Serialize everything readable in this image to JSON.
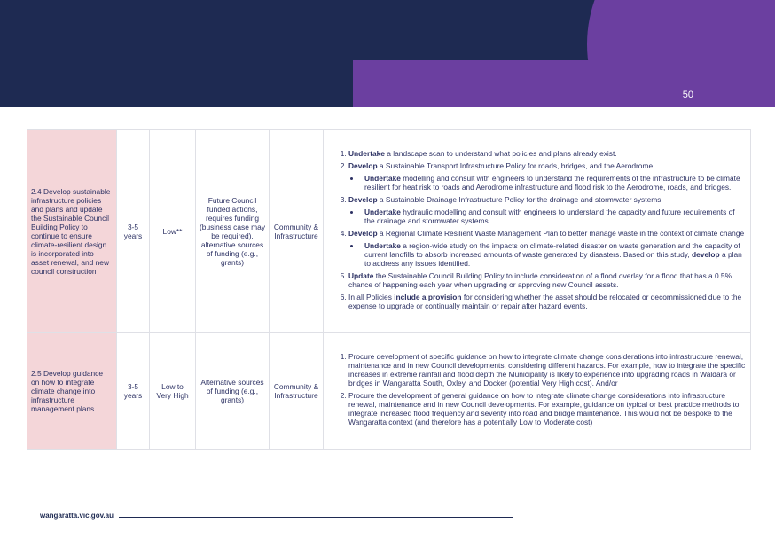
{
  "page": {
    "number": "50"
  },
  "footer": {
    "url": "wangaratta.vic.gov.au"
  },
  "rows": [
    {
      "action": "2.4 Develop sustainable infrastructure policies and plans and update the Sustainable Council Building Policy to continue to ensure climate-resilient design is incorporated into asset renewal, and new council construction",
      "timeframe": "3-5 years",
      "cost": "Low**",
      "funding": "Future Council funded actions, requires funding (business case may be required), alternative sources of funding (e.g., grants)",
      "responsibility": "Community & Infrastructure",
      "steps": [
        {
          "verb": "Undertake",
          "text": " a landscape scan to understand what policies and plans already exist."
        },
        {
          "verb": "Develop",
          "text": " a Sustainable Transport Infrastructure Policy for roads, bridges, and the Aerodrome.",
          "sub": [
            {
              "verb": "Undertake",
              "text": " modelling and consult with engineers to understand the requirements of the infrastructure to be climate resilient for heat risk to roads and Aerodrome infrastructure and flood risk to the Aerodrome, roads, and bridges."
            }
          ]
        },
        {
          "verb": "Develop",
          "text": " a Sustainable Drainage Infrastructure Policy for the drainage and stormwater systems",
          "sub": [
            {
              "verb": "Undertake",
              "text": " hydraulic modelling and consult with engineers to understand the capacity and future requirements of the drainage and stormwater systems."
            }
          ]
        },
        {
          "verb": "Develop",
          "text": " a Regional Climate Resilient Waste Management Plan to better manage waste in the context of climate change",
          "sub": [
            {
              "verb": "Undertake",
              "text": " a region-wide study on the impacts on climate-related disaster on waste generation and the capacity of current landfills to absorb increased amounts of waste generated by disasters. Based on this study, ",
              "verb2": "develop",
              "text2": " a plan to address any issues identified."
            }
          ]
        },
        {
          "verb": "Update",
          "text": " the Sustainable Council Building Policy to include consideration of a flood overlay for a flood that has a 0.5% chance of happening each year when upgrading or approving new Council assets."
        },
        {
          "lead": "In all Policies ",
          "verb": "include a provision",
          "text": " for considering whether the asset should be relocated or decommissioned due to the expense to upgrade or continually maintain or repair after hazard events."
        }
      ]
    },
    {
      "action": "2.5 Develop guidance on how to integrate climate change into infrastructure management plans",
      "timeframe": "3-5 years",
      "cost": "Low to Very High",
      "funding": "Alternative sources of funding (e.g., grants)",
      "responsibility": "Community & Infrastructure",
      "steps": [
        {
          "text": "Procure development of specific guidance on how to integrate climate change considerations into infrastructure renewal, maintenance and in new Council developments, considering different hazards. For example, how to integrate the specific increases in extreme rainfall and flood depth the Municipality is likely to experience into upgrading roads in Waldara or bridges in Wangaratta South, Oxley, and Docker (potential Very High cost). And/or"
        },
        {
          "text": "Procure the development of general guidance on how to integrate climate change considerations into infrastructure renewal, maintenance and in new Council developments. For example, guidance on typical or best practice methods to integrate increased flood frequency and severity into road and bridge maintenance. This would not be bespoke to the Wangaratta context (and therefore has a potentially Low to Moderate cost)"
        }
      ]
    }
  ]
}
